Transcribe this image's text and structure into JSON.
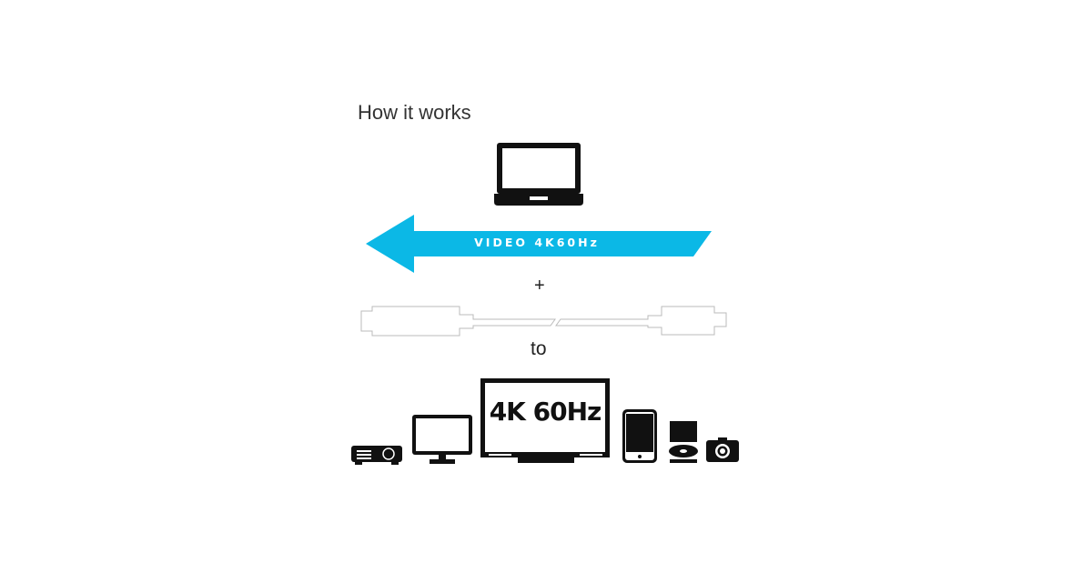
{
  "title": "How it works",
  "arrow": {
    "label": "VIDEO 4K60Hz",
    "color": "#0bb8e6"
  },
  "plus": "+",
  "connector": "to",
  "tv_label": "4K 60Hz",
  "devices": [
    "projector-icon",
    "monitor-icon",
    "tv-icon",
    "tablet-icon",
    "disc-player-icon",
    "camera-icon"
  ]
}
